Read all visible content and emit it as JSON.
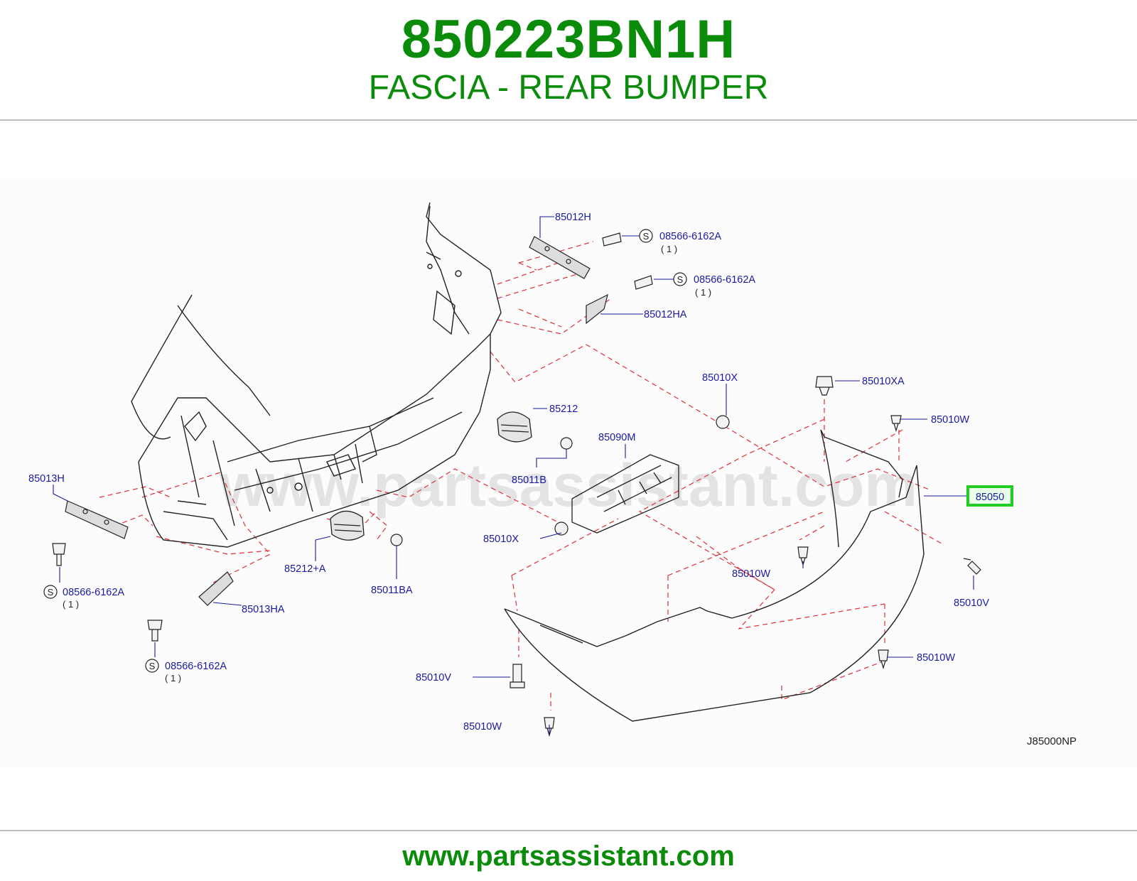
{
  "header": {
    "part_number": "850223BN1H",
    "title": "FASCIA - REAR BUMPER"
  },
  "callouts": {
    "c85012H": "85012H",
    "c85012HA": "85012HA",
    "s1_part": "08566-6162A",
    "s1_qty": "( 1 )",
    "s2_part": "08566-6162A",
    "s2_qty": "( 1 )",
    "s3_part": "08566-6162A",
    "s3_qty": "( 1 )",
    "s4_part": "08566-6162A",
    "s4_qty": "( 1 )",
    "s_symbol": "S",
    "c85010X_top": "85010X",
    "c85010XA": "85010XA",
    "c85212": "85212",
    "c85090M": "85090M",
    "c85010W_top": "85010W",
    "c85050": "85050",
    "c85011B": "85011B",
    "c85013H": "85013H",
    "c85010X_mid": "85010X",
    "c85212A": "85212+A",
    "c85011BA": "85011BA",
    "c85010W_mid": "85010W",
    "c85010V_right": "85010V",
    "c85013HA": "85013HA",
    "c85010W_right": "85010W",
    "c85010V_left": "85010V",
    "c85010W_bottom": "85010W",
    "diagram_code": "J85000NP"
  },
  "watermark": "www.partsassistant.com",
  "footer": {
    "url": "www.partsassistant.com"
  },
  "colors": {
    "brand_green": "#0a8c0a",
    "callout_blue": "#1a1aa0",
    "dash_red": "#e0303a",
    "highlight_green": "#22cc22"
  }
}
